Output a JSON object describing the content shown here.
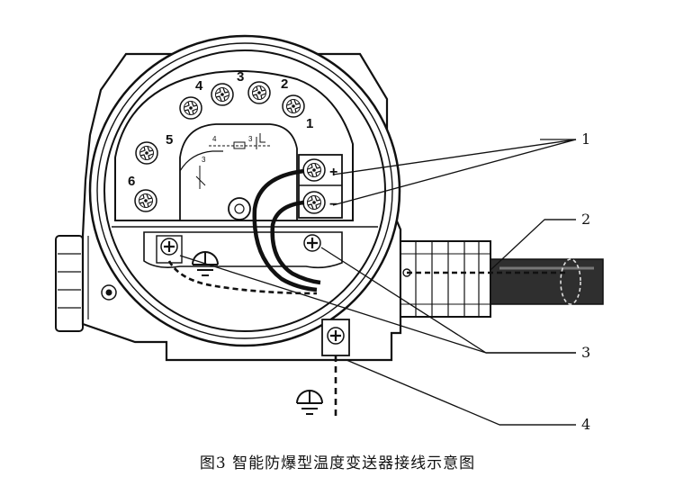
{
  "diagram": {
    "callouts": [
      "1",
      "2",
      "3",
      "4"
    ],
    "terminal_numbers": [
      "1",
      "2",
      "3",
      "4",
      "5",
      "6"
    ],
    "polarity": {
      "plus": "+",
      "minus": "−"
    },
    "schematic_marks": [
      "4",
      "3",
      "3"
    ],
    "icons": [
      "ground-symbol-icon",
      "screw-terminal-icon",
      "cable-gland-icon"
    ]
  },
  "caption": "图3 智能防爆型温度变送器接线示意图"
}
